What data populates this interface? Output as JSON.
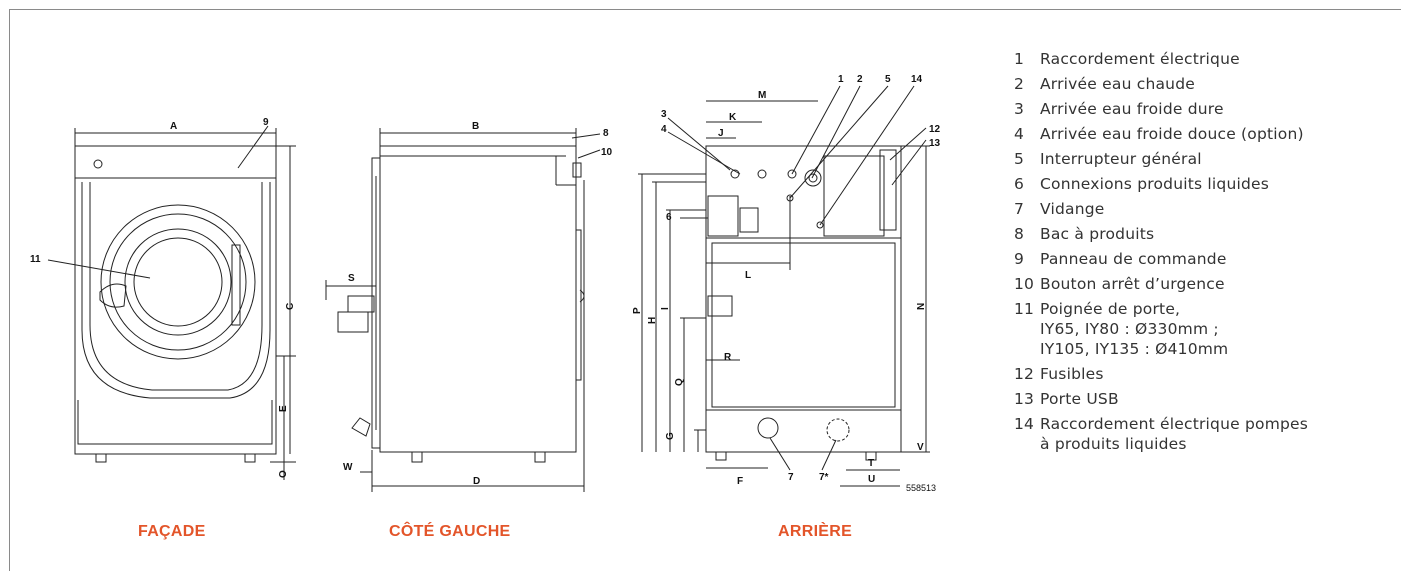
{
  "views": {
    "front": "FAÇADE",
    "left": "CÔTÉ GAUCHE",
    "rear": "ARRIÈRE"
  },
  "drawing_code": "558513",
  "dimension_letters": [
    "A",
    "B",
    "C",
    "D",
    "E",
    "F",
    "G",
    "H",
    "I",
    "J",
    "K",
    "L",
    "M",
    "N",
    "P",
    "Q",
    "R",
    "S",
    "T",
    "U",
    "V",
    "W",
    "O"
  ],
  "callout_numbers": [
    "1",
    "2",
    "3",
    "4",
    "5",
    "6",
    "7",
    "7*",
    "8",
    "9",
    "10",
    "11",
    "12",
    "13",
    "14"
  ],
  "legend": [
    {
      "num": "1",
      "text": "Raccordement électrique"
    },
    {
      "num": "2",
      "text": "Arrivée eau chaude"
    },
    {
      "num": "3",
      "text": "Arrivée eau froide dure"
    },
    {
      "num": "4",
      "text": "Arrivée eau froide douce (option)"
    },
    {
      "num": "5",
      "text": "Interrupteur général"
    },
    {
      "num": "6",
      "text": "Connexions produits liquides"
    },
    {
      "num": "7",
      "text": "Vidange"
    },
    {
      "num": "8",
      "text": "Bac à produits"
    },
    {
      "num": "9",
      "text": "Panneau de commande"
    },
    {
      "num": "10",
      "text": "Bouton arrêt d’urgence"
    },
    {
      "num": "11",
      "text": "Poignée de porte,\n IY65, IY80 : Ø330mm ;\n IY105, IY135 : Ø410mm"
    },
    {
      "num": "12",
      "text": "Fusibles"
    },
    {
      "num": "13",
      "text": "Porte USB"
    },
    {
      "num": "14",
      "text": "Raccordement électrique pompes\nà produits liquides"
    }
  ]
}
